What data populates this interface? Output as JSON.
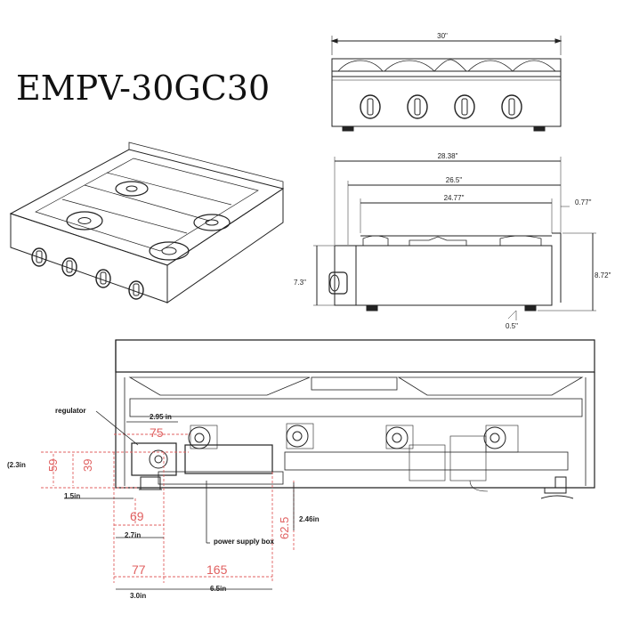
{
  "model": "EMPV-30GC30",
  "front_view": {
    "width_label": "30\""
  },
  "side_view": {
    "overall_depth": "28.38\"",
    "depth_2": "26.5\"",
    "depth_3": "24.77\"",
    "offset": "0.77\"",
    "height_body": "7.3\"",
    "height_total": "8.72\"",
    "foot": "0.5\""
  },
  "cutaway": {
    "regulator_label": "regulator",
    "power_supply_label": "power supply box",
    "dim_295": "2.95 in",
    "mm_75": "75",
    "mm_59": "59",
    "mm_39": "39",
    "in_23": "(2.3in",
    "in_15": "1.5in",
    "mm_69": "69",
    "in_27": "2.7in",
    "mm_625": "62.5",
    "in_246": "2.46in",
    "mm_77": "77",
    "mm_165": "165",
    "in_30": "3.0in",
    "in_65": "6.5in"
  }
}
